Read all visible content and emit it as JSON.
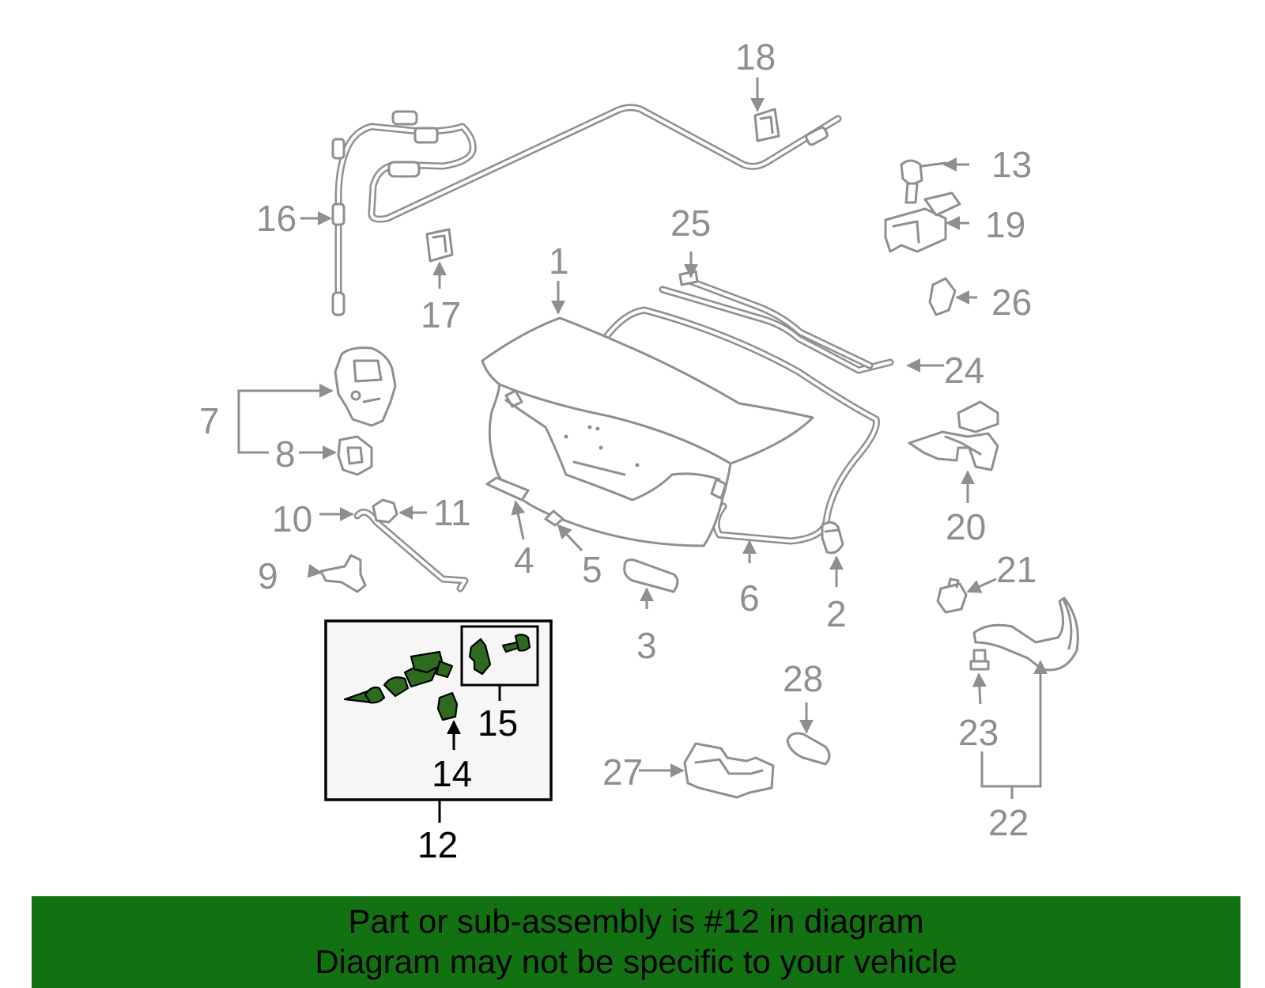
{
  "callouts": {
    "n1": "1",
    "n2": "2",
    "n3": "3",
    "n4": "4",
    "n5": "5",
    "n6": "6",
    "n7": "7",
    "n8": "8",
    "n9": "9",
    "n10": "10",
    "n11": "11",
    "n12": "12",
    "n13": "13",
    "n14": "14",
    "n15": "15",
    "n16": "16",
    "n17": "17",
    "n18": "18",
    "n19": "19",
    "n20": "20",
    "n21": "21",
    "n22": "22",
    "n23": "23",
    "n24": "24",
    "n25": "25",
    "n26": "26",
    "n27": "27",
    "n28": "28"
  },
  "highlighted_part": "12",
  "colors": {
    "part_line": "#8f8f8f",
    "highlight_fill": "#2e6b1f",
    "inset_background": "#f6f6f6",
    "banner_background": "#127212"
  },
  "banner": {
    "line1": "Part or sub-assembly is #12 in diagram",
    "line2": "Diagram may not be specific to your vehicle"
  }
}
